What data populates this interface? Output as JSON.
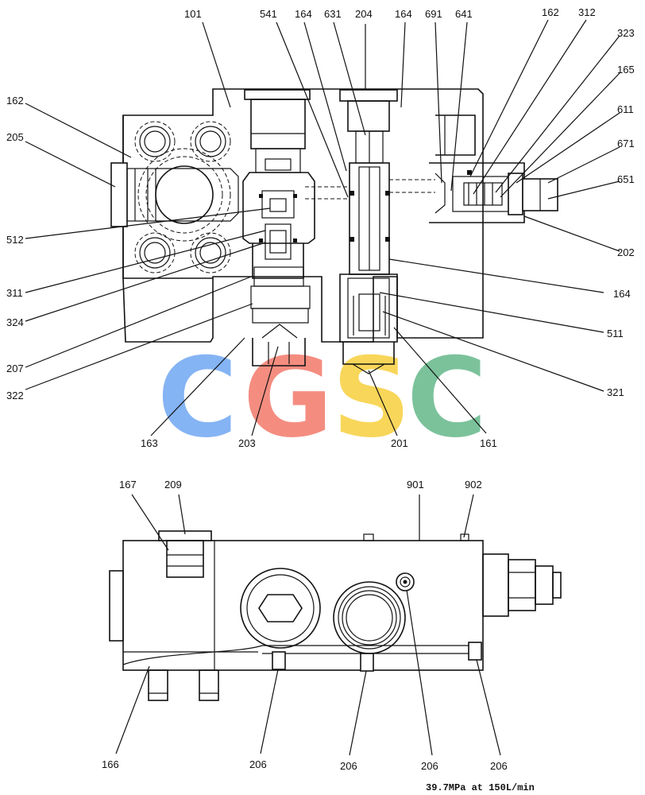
{
  "watermark": {
    "letters": [
      {
        "char": "C",
        "color": "#7fb0f4"
      },
      {
        "char": "G",
        "color": "#f4877a"
      },
      {
        "char": "S",
        "color": "#f8d451"
      },
      {
        "char": "C",
        "color": "#74bf96"
      }
    ]
  },
  "top_view": {
    "labels": [
      "101",
      "541",
      "164",
      "631",
      "204",
      "164",
      "691",
      "641",
      "162",
      "312",
      "323",
      "165",
      "611",
      "671",
      "651",
      "202",
      "164",
      "511",
      "321",
      "161",
      "201",
      "203",
      "163",
      "322",
      "207",
      "324",
      "311",
      "512",
      "205",
      "162"
    ]
  },
  "bottom_view": {
    "labels": [
      "167",
      "209",
      "901",
      "902",
      "166",
      "206",
      "206",
      "206",
      "206"
    ]
  },
  "caption": "39.7MPa at 150L/min"
}
